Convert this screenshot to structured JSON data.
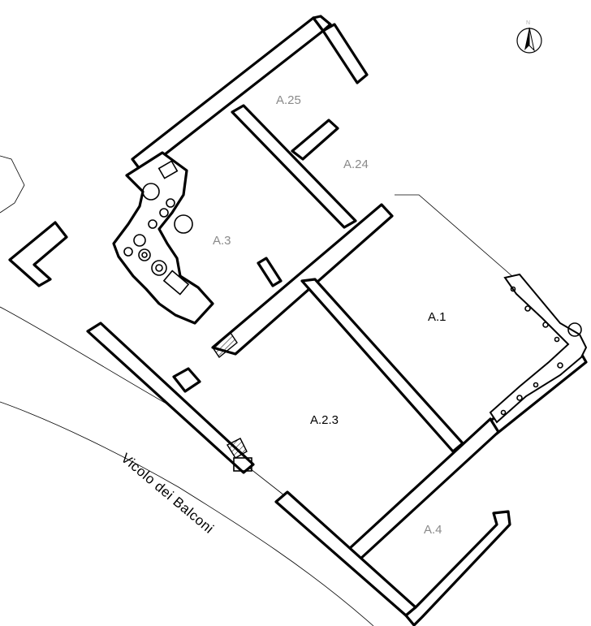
{
  "plan": {
    "rooms": [
      {
        "id": "A.25",
        "label": "A.25",
        "muted": true
      },
      {
        "id": "A.24",
        "label": "A.24",
        "muted": true
      },
      {
        "id": "A.3",
        "label": "A.3",
        "muted": true
      },
      {
        "id": "A.1",
        "label": "A.1",
        "muted": false
      },
      {
        "id": "A.2.3",
        "label": "A.2.3",
        "muted": false
      },
      {
        "id": "A.4",
        "label": "A.4",
        "muted": true
      }
    ],
    "street": "Vicolo dei Balconi",
    "north_arrow_letter": "N"
  },
  "colors": {
    "wall_stroke": "#000000",
    "muted_label": "#8a8a8a",
    "background": "#ffffff"
  }
}
